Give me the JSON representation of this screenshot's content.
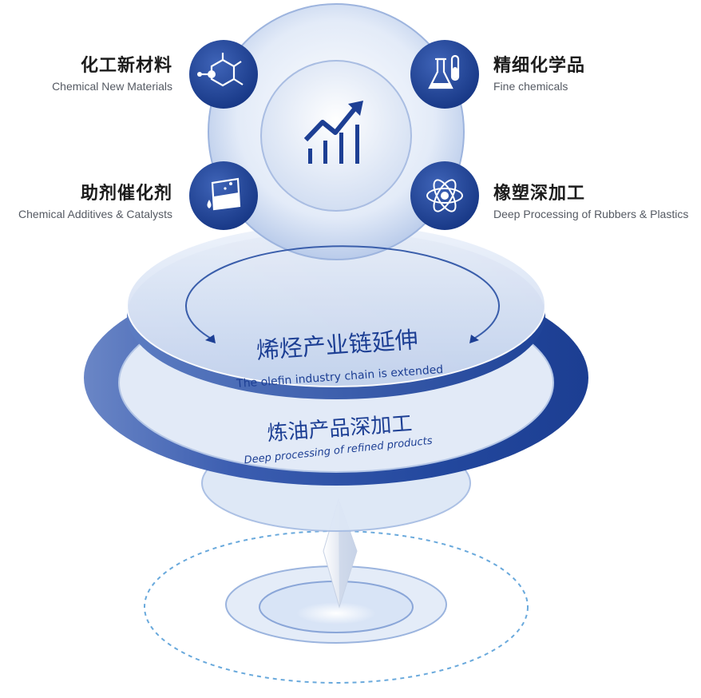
{
  "center_icon": "rising-bar-chart-icon",
  "categories": [
    {
      "zh": "化工新材料",
      "en": "Chemical New Materials",
      "icon": "molecule-structure-icon"
    },
    {
      "zh": "精细化学品",
      "en": "Fine chemicals",
      "icon": "flask-test-tube-icon"
    },
    {
      "zh": "助剂催化剂",
      "en": "Chemical Additives & Catalysts",
      "icon": "beaker-drop-icon"
    },
    {
      "zh": "橡塑深加工",
      "en": "Deep Processing of Rubbers & Plastics",
      "icon": "atom-icon"
    }
  ],
  "layers": {
    "olefin": {
      "zh": "烯烃产业链延伸",
      "en": "The olefin industry chain is extended"
    },
    "refined": {
      "zh": "炼油产品深加工",
      "en": "Deep processing of refined products"
    }
  },
  "colors": {
    "primary_blue": "#1d3f94",
    "light_blue": "#dbe6f7",
    "text_dark": "#1c1c1c",
    "text_gray": "#555a63"
  }
}
